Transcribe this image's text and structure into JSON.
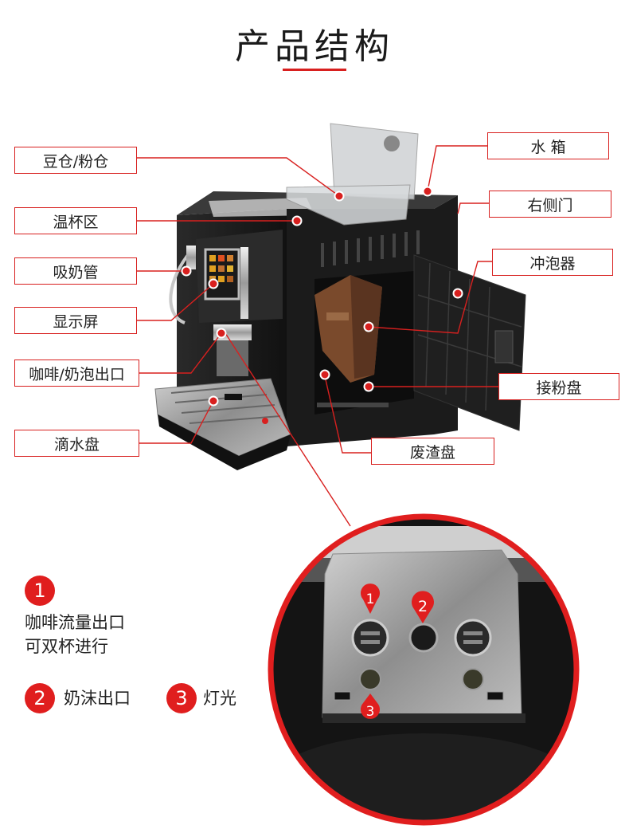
{
  "title": "产品结构",
  "labels": {
    "bean": "豆仓/粉仓",
    "cup_warm": "温杯区",
    "milk_tube": "吸奶管",
    "screen": "显示屏",
    "outlet": "咖啡/奶泡出口",
    "drip": "滴水盘",
    "water": "水 箱",
    "right_door": "右侧门",
    "brewer": "冲泡器",
    "powder_tray": "接粉盘",
    "waste": "废渣盘"
  },
  "legend": {
    "n1": "1",
    "n1_line1": "咖啡流量出口",
    "n1_line2": "可双杯进行",
    "n2": "2",
    "n2_text": "奶沫出口",
    "n3": "3",
    "n3_text": "灯光"
  },
  "zoom_markers": [
    "1",
    "2",
    "3"
  ],
  "colors": {
    "accent": "#d8201f",
    "badge": "#e01e1e"
  }
}
